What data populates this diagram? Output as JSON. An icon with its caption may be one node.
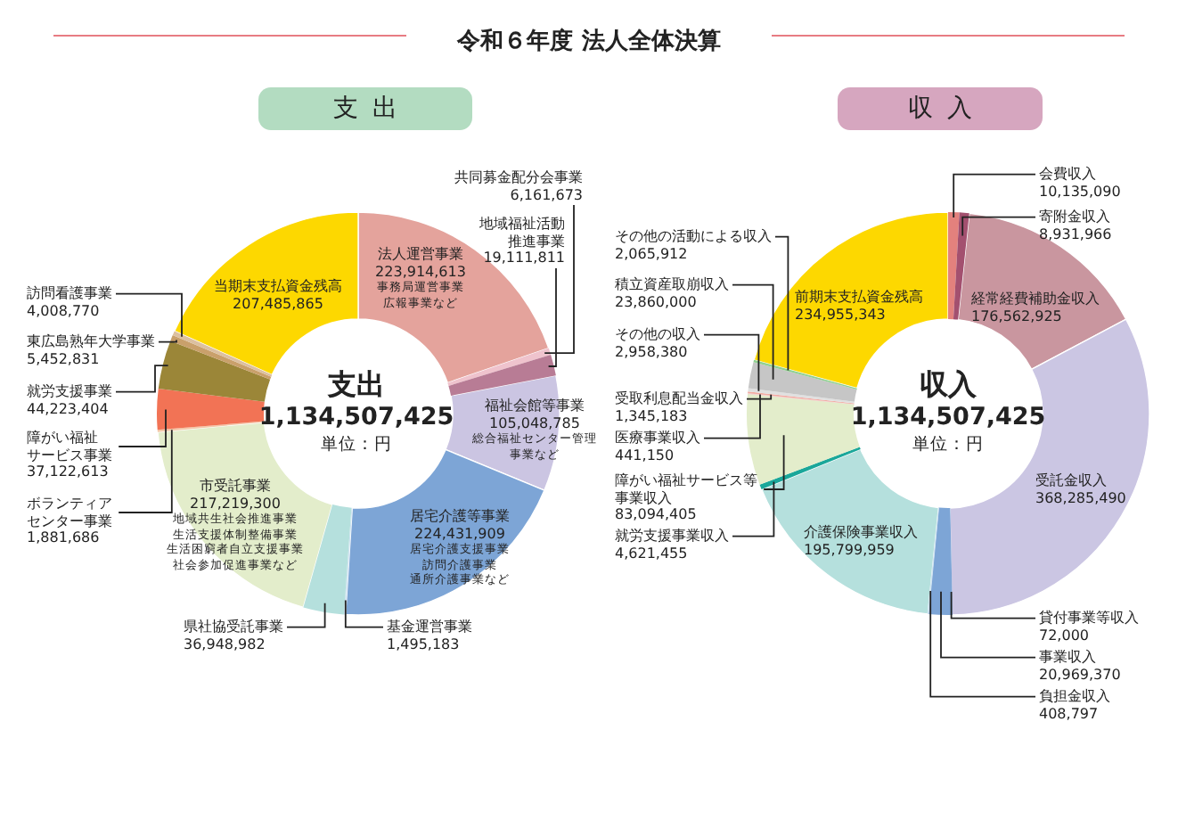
{
  "diagram": {
    "title": "令和６年度 法人全体決算",
    "nodes": [
      {
        "text": [
          "支出"
        ]
      },
      {
        "text": [
          "収入"
        ]
      },
      {
        "text": [
          "支出",
          "1,134,507,425",
          "単位：円"
        ]
      },
      {
        "text": [
          "共同募金配分会事業",
          "6,161,673"
        ]
      },
      {
        "text": [
          "地域福祉活動推進事業",
          "19,111,811"
        ]
      },
      {
        "text": [
          "当期末支払資金残高",
          "207,485,865"
        ]
      },
      {
        "text": [
          "法人運営事業",
          "223,914,613",
          "事務局運営事業",
          "広報事業など"
        ]
      },
      {
        "text": [
          "訪問看護事業",
          "4,008,770"
        ]
      },
      {
        "text": [
          "東広島熟年大学事業",
          "5,452,831"
        ]
      },
      {
        "text": [
          "就労支援事業",
          "44,223,404"
        ]
      },
      {
        "text": [
          "福祉会館等事業",
          "105,048,785",
          "総合福祉センター管理事業など"
        ]
      },
      {
        "text": [
          "障がい福祉サービス事業",
          "37,122,613"
        ]
      },
      {
        "text": [
          "ボランティアセンター事業",
          "1,881,686"
        ]
      },
      {
        "text": [
          "市受託事業",
          "217,219,300",
          "地域共生社会推進事業",
          "生活支援体制整備事業",
          "生活困窮者自立支援事業",
          "社会参加促進事業など"
        ]
      },
      {
        "text": [
          "居宅介護等事業",
          "224,431,909",
          "居宅介護支援事業",
          "訪問介護事業",
          "通所介護事業など"
        ]
      },
      {
        "text": [
          "県社協受託事業",
          "36,948,982"
        ]
      },
      {
        "text": [
          "基金運営事業",
          "1,495,183"
        ]
      },
      {
        "text": [
          "収入",
          "1,134,507,425",
          "単位：円"
        ]
      },
      {
        "text": [
          "会費収入",
          "10,135,090"
        ]
      },
      {
        "text": [
          "寄附金収入",
          "8,931,966"
        ]
      },
      {
        "text": [
          "その他の活動による収入",
          "2,065,912"
        ]
      },
      {
        "text": [
          "積立資産取崩収入",
          "23,860,000"
        ]
      },
      {
        "text": [
          "前期末支払資金残高",
          "234,955,343"
        ]
      },
      {
        "text": [
          "経常経費補助金収入",
          "176,562,925"
        ]
      },
      {
        "text": [
          "その他の収入",
          "2,958,380"
        ]
      },
      {
        "text": [
          "受取利息配当金収入",
          "1,345,183"
        ]
      },
      {
        "text": [
          "医療事業収入",
          "441,150"
        ]
      },
      {
        "text": [
          "障がい福祉サービス等事業収入",
          "83,094,405"
        ]
      },
      {
        "text": [
          "受託金収入",
          "368,285,490"
        ]
      },
      {
        "text": [
          "就労支援事業収入",
          "4,621,455"
        ]
      },
      {
        "text": [
          "介護保険事業収入",
          "195,799,959"
        ]
      },
      {
        "text": [
          "貸付事業等収入",
          "72,000"
        ]
      },
      {
        "text": [
          "事業収入",
          "20,969,370"
        ]
      },
      {
        "text": [
          "負担金収入",
          "408,797"
        ]
      },
      {
        "text": [],
        "shape": "slice"
      },
      {
        "text": [],
        "shape": "slice"
      },
      {
        "text": [],
        "shape": "slice"
      },
      {
        "text": [],
        "shape": "slice"
      },
      {
        "text": [],
        "shape": "slice"
      },
      {
        "text": [],
        "shape": "slice"
      },
      {
        "text": [],
        "shape": "slice"
      },
      {
        "text": [],
        "shape": "slice"
      },
      {
        "text": [],
        "shape": "slice"
      },
      {
        "text": [],
        "shape": "slice"
      },
      {
        "text": [],
        "shape": "slice"
      },
      {
        "text": [],
        "shape": "slice"
      },
      {
        "text": [],
        "shape": "slice"
      },
      {
        "text": [],
        "shape": "slice"
      },
      {
        "text": [],
        "shape": "slice"
      },
      {
        "text": [],
        "shape": "slice"
      },
      {
        "text": [],
        "shape": "slice"
      },
      {
        "text": [],
        "shape": "slice"
      },
      {
        "text": [],
        "shape": "slice"
      },
      {
        "text": [],
        "shape": "slice"
      },
      {
        "text": [],
        "shape": "slice"
      }
    ],
    "edges": [
      {
        "from": 3,
        "to": 34,
        "arrow": "none"
      },
      {
        "from": 4,
        "to": 35,
        "arrow": "none"
      },
      {
        "from": 7,
        "to": 36,
        "arrow": "none"
      },
      {
        "from": 8,
        "to": 37,
        "arrow": "none"
      },
      {
        "from": 9,
        "to": 38,
        "arrow": "none"
      },
      {
        "from": 11,
        "to": 39,
        "arrow": "none"
      },
      {
        "from": 12,
        "to": 40,
        "arrow": "none"
      },
      {
        "from": 15,
        "to": 41,
        "arrow": "none"
      },
      {
        "from": 16,
        "to": 42,
        "arrow": "none"
      },
      {
        "from": 18,
        "to": 43,
        "arrow": "none"
      },
      {
        "from": 19,
        "to": 44,
        "arrow": "none"
      },
      {
        "from": 20,
        "to": 45,
        "arrow": "none"
      },
      {
        "from": 21,
        "to": 46,
        "arrow": "none"
      },
      {
        "from": 24,
        "to": 47,
        "arrow": "none"
      },
      {
        "from": 25,
        "to": 48,
        "arrow": "none"
      },
      {
        "from": 26,
        "to": 49,
        "arrow": "none"
      },
      {
        "from": 27,
        "to": 50,
        "arrow": "none"
      },
      {
        "from": 29,
        "to": 51,
        "arrow": "none"
      },
      {
        "from": 31,
        "to": 52,
        "arrow": "none"
      },
      {
        "from": 32,
        "to": 53,
        "arrow": "none"
      },
      {
        "from": 33,
        "to": 54,
        "arrow": "none"
      }
    ]
  }
}
